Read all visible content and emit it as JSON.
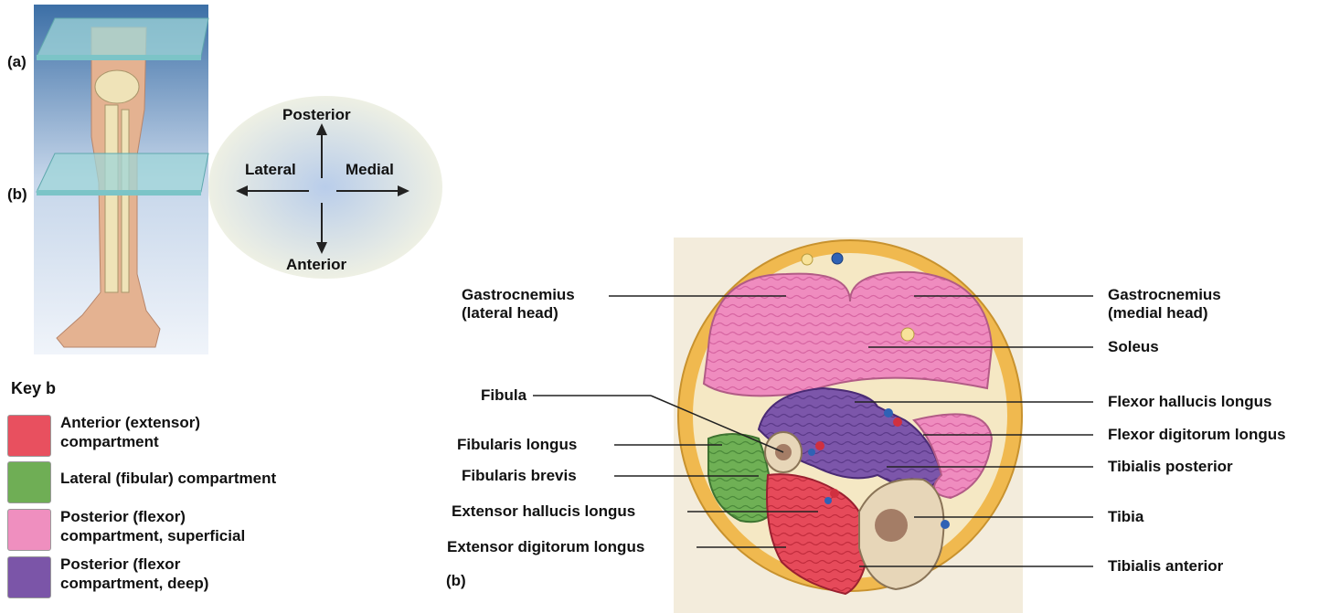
{
  "panel_labels": {
    "a": "(a)",
    "b_top": "(b)",
    "b_bottom": "(b)"
  },
  "orientation": {
    "posterior": "Posterior",
    "anterior": "Anterior",
    "lateral": "Lateral",
    "medial": "Medial"
  },
  "key": {
    "title": "Key b",
    "items": [
      {
        "label": "Anterior (extensor)\ncompartment",
        "color": "#e8505f"
      },
      {
        "label": "Lateral (fibular) compartment",
        "color": "#6fae55"
      },
      {
        "label": "Posterior (flexor)\ncompartment, superficial",
        "color": "#ef8fbf"
      },
      {
        "label": "Posterior (flexor\ncompartment, deep)",
        "color": "#7b55a8"
      }
    ]
  },
  "labels_left": {
    "gastrocnemius_lateral": "Gastrocnemius\n(lateral head)",
    "fibula": "Fibula",
    "fibularis_longus": "Fibularis longus",
    "fibularis_brevis": "Fibularis brevis",
    "extensor_hallucis_longus": "Extensor hallucis longus",
    "extensor_digitorum_longus": "Extensor digitorum longus"
  },
  "labels_right": {
    "gastrocnemius_medial": "Gastrocnemius\n(medial head)",
    "soleus": "Soleus",
    "flexor_hallucis_longus": "Flexor hallucis longus",
    "flexor_digitorum_longus": "Flexor digitorum longus",
    "tibialis_posterior": "Tibialis posterior",
    "tibia": "Tibia",
    "tibialis_anterior": "Tibialis anterior"
  }
}
